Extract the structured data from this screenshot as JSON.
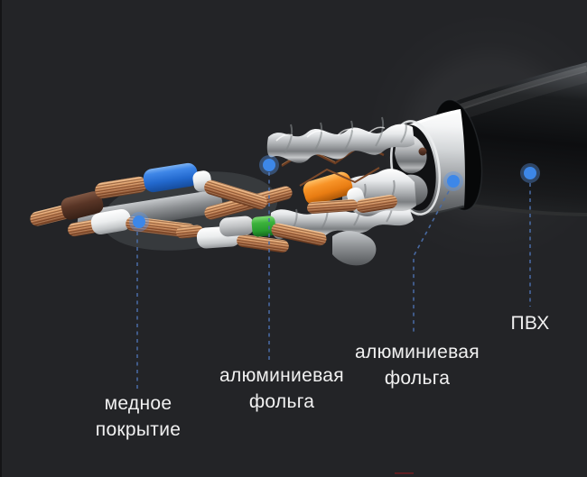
{
  "scene": {
    "description": "Cutaway 3D render of an S/FTP twisted-pair network cable on a dark background with four annotated construction layers",
    "language": "ru"
  },
  "colors": {
    "scene-bg": "#232427",
    "label-text": "#f1f1f1",
    "leader-line": "#4a6da6",
    "dot-core": "#3d87e8",
    "dot-halo": "rgba(90,150,235,0.38)",
    "wire-blue": "#2e7ce0",
    "wire-orange": "#f08a1d",
    "wire-green": "#2fae35",
    "wire-brown": "#5a3627",
    "copper": "#c98a5e",
    "foil-silver": "#d9dbdd",
    "jacket-black": "#141518"
  },
  "annotations": {
    "copper": {
      "line1": "медное",
      "line2": "покрытие"
    },
    "foil_inner": {
      "line1": "алюминиевая",
      "line2": "фольга"
    },
    "foil_outer": {
      "line1": "алюминиевая",
      "line2": "фольга"
    },
    "pvc": {
      "line1": "ПВХ"
    }
  }
}
